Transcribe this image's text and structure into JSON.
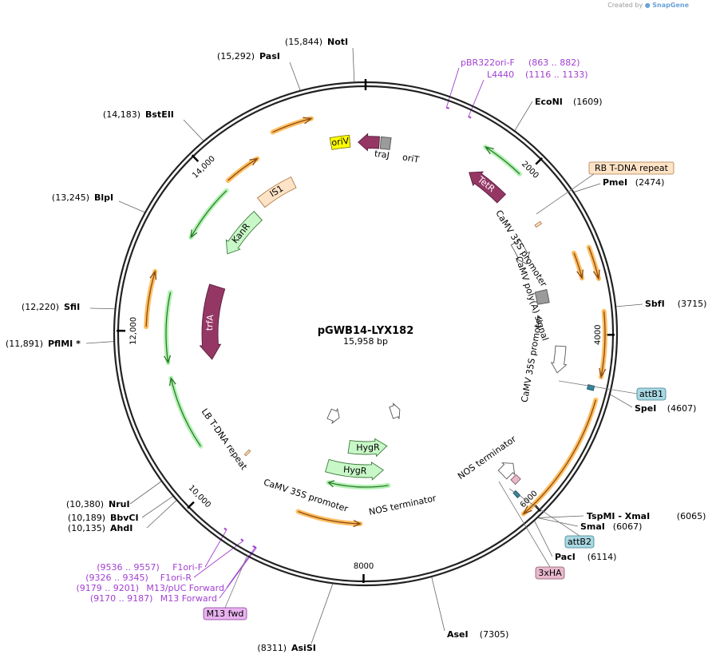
{
  "watermark": {
    "prefix": "Created by",
    "brand": "SnapGene"
  },
  "plasmid": {
    "name": "pGWB14-LYX182",
    "size_label": "15,958 bp",
    "length": 15958
  },
  "ticks": [
    {
      "pos": 2000,
      "label": "2000"
    },
    {
      "pos": 4000,
      "label": "4000"
    },
    {
      "pos": 6000,
      "label": "6000"
    },
    {
      "pos": 8000,
      "label": "8000"
    },
    {
      "pos": 10000,
      "label": "10,000"
    },
    {
      "pos": 12000,
      "label": "12,000"
    },
    {
      "pos": 14000,
      "label": "14,000"
    }
  ],
  "features": [
    {
      "id": "oriV",
      "label": "oriV",
      "type": "origin",
      "fill": "#ffff00",
      "stroke": "#7a7a00",
      "start": 15500,
      "end": 15750,
      "dir": 0,
      "inlabel": true
    },
    {
      "id": "traJ",
      "label": "traJ",
      "type": "cds",
      "fill": "#953765",
      "stroke": "#5a1f3c",
      "start": 15860,
      "end": 180,
      "dir": -1,
      "inlabel": false
    },
    {
      "id": "oriT",
      "label": "oriT",
      "type": "misc",
      "fill": "#9b9b9b",
      "stroke": "#555555",
      "start": 200,
      "end": 330,
      "dir": 0,
      "inlabel": false
    },
    {
      "id": "TetR",
      "label": "TetR",
      "type": "cds",
      "fill": "#953765",
      "stroke": "#5a1f3c",
      "start": 1450,
      "end": 2000,
      "dir": -1,
      "inlabel": true
    },
    {
      "id": "IS1",
      "label": "IS1",
      "type": "misc",
      "fill": "#ffe3c6",
      "stroke": "#b07a45",
      "start": 14250,
      "end": 14830,
      "dir": 0,
      "inlabel": true
    },
    {
      "id": "KanR",
      "label": "KanR",
      "type": "cds",
      "fill": "#c8f7c8",
      "stroke": "#3a7a3a",
      "start": 13300,
      "end": 14080,
      "dir": -1,
      "inlabel": true
    },
    {
      "id": "trfA",
      "label": "trfA",
      "type": "cds",
      "fill": "#953765",
      "stroke": "#5a1f3c",
      "start": 11550,
      "end": 12750,
      "dir": -1,
      "inlabel": true
    },
    {
      "id": "RB",
      "label": "RB T-DNA repeat",
      "type": "repeat",
      "fill": "#ffe3c6",
      "stroke": "#b07a45",
      "start": 2540,
      "end": 2570,
      "dir": 0,
      "inlabel": false
    },
    {
      "id": "CaMV35S_1",
      "label": "CaMV 35S promoter",
      "type": "promoter",
      "fill": "#ffffff",
      "stroke": "#555555",
      "start": 2600,
      "end": 2950,
      "dir": 1,
      "inlabel": false
    },
    {
      "id": "polyA",
      "label": "CaMV poly(A) signal",
      "type": "terminator",
      "fill": "#9b9b9b",
      "stroke": "#555555",
      "start": 3380,
      "end": 3560,
      "dir": 0,
      "inlabel": false
    },
    {
      "id": "CaMV35S_2",
      "label": "CaMV 35S promoter",
      "type": "promoter",
      "fill": "#ffffff",
      "stroke": "#555555",
      "start": 4150,
      "end": 4500,
      "dir": 1,
      "inlabel": false
    },
    {
      "id": "attB1",
      "label": "attB1",
      "type": "site",
      "fill": "#2b8aa0",
      "stroke": "#1a5566",
      "start": 4560,
      "end": 4610,
      "dir": 0,
      "inlabel": false
    },
    {
      "id": "NOS_1",
      "label": "NOS terminator",
      "type": "terminator",
      "fill": "#ffffff",
      "stroke": "#555555",
      "start": 5820,
      "end": 6020,
      "dir": -1,
      "inlabel": false
    },
    {
      "id": "tag3xHA",
      "label": "3xHA",
      "type": "tag",
      "fill": "#e8b8cc",
      "stroke": "#8a5a6a",
      "start": 5900,
      "end": 5990,
      "dir": 0,
      "inlabel": false
    },
    {
      "id": "attB2",
      "label": "attB2",
      "type": "site",
      "fill": "#2b8aa0",
      "stroke": "#1a5566",
      "start": 6040,
      "end": 6080,
      "dir": 0,
      "inlabel": false
    },
    {
      "id": "NOS_2",
      "label": "NOS terminator",
      "type": "terminator",
      "fill": "#ffffff",
      "stroke": "#555555",
      "start": 6900,
      "end": 7180,
      "dir": -1,
      "inlabel": false
    },
    {
      "id": "HygR_1",
      "label": "HygR",
      "type": "cds",
      "fill": "#c8f7c8",
      "stroke": "#3a7a3a",
      "start": 7500,
      "end": 8350,
      "dir": -1,
      "inlabel": true
    },
    {
      "id": "HygR_2",
      "label": "HygR",
      "type": "cds",
      "fill": "#c8f7c8",
      "stroke": "#3a7a3a",
      "start": 7650,
      "end": 8700,
      "dir": -1,
      "inlabel": true
    },
    {
      "id": "CaMV35S_3",
      "label": "CaMV 35S promoter",
      "type": "promoter",
      "fill": "#ffffff",
      "stroke": "#555555",
      "start": 8750,
      "end": 9060,
      "dir": -1,
      "inlabel": false
    },
    {
      "id": "LB",
      "label": "LB T-DNA repeat",
      "type": "repeat",
      "fill": "#ffe3c6",
      "stroke": "#b07a45",
      "start": 9950,
      "end": 9980,
      "dir": 0,
      "inlabel": false
    }
  ],
  "orf_arcs": [
    {
      "start": 14860,
      "end": 15330,
      "r": 278,
      "dir": 1,
      "color": "#ffb347",
      "line": "#8a4a10"
    },
    {
      "start": 14100,
      "end": 14550,
      "r": 258,
      "dir": 1,
      "color": "#ffb347",
      "line": "#8a4a10"
    },
    {
      "start": 1450,
      "end": 1950,
      "r": 278,
      "dir": -1,
      "color": "#a8f0a8",
      "line": "#2a7a2a"
    },
    {
      "start": 3050,
      "end": 3350,
      "r": 280,
      "dir": 1,
      "color": "#ffb347",
      "line": "#8a4a10"
    },
    {
      "start": 3050,
      "end": 3400,
      "r": 300,
      "dir": 1,
      "color": "#ffb347",
      "line": "#8a4a10"
    },
    {
      "start": 3750,
      "end": 4450,
      "r": 300,
      "dir": 1,
      "color": "#ffb347",
      "line": "#8a4a10"
    },
    {
      "start": 4700,
      "end": 6150,
      "r": 300,
      "dir": 1,
      "color": "#ffb347",
      "line": "#8a4a10"
    },
    {
      "start": 13250,
      "end": 14000,
      "r": 250,
      "dir": -1,
      "color": "#a8f0a8",
      "line": "#2a7a2a"
    },
    {
      "start": 11600,
      "end": 12500,
      "r": 250,
      "dir": -1,
      "color": "#a8f0a8",
      "line": "#2a7a2a"
    },
    {
      "start": 12050,
      "end": 12700,
      "r": 275,
      "dir": 1,
      "color": "#ffb347",
      "line": "#8a4a10"
    },
    {
      "start": 10450,
      "end": 11400,
      "r": 250,
      "dir": 1,
      "color": "#a8f0a8",
      "line": "#2a7a2a"
    },
    {
      "start": 7600,
      "end": 8600,
      "r": 192,
      "dir": 1,
      "color": "#a8f0a8",
      "line": "#2a7a2a"
    },
    {
      "start": 8050,
      "end": 8900,
      "r": 238,
      "dir": -1,
      "color": "#ffb347",
      "line": "#8a4a10"
    }
  ],
  "sites": [
    {
      "name": "NotI",
      "pos_label": "(15,844)",
      "pos": 15844,
      "name_first": false
    },
    {
      "name": "PasI",
      "pos_label": "(15,292)",
      "pos": 15292,
      "name_first": false
    },
    {
      "name": "BstEII",
      "pos_label": "(14,183)",
      "pos": 14183,
      "name_first": false
    },
    {
      "name": "BlpI",
      "pos_label": "(13,245)",
      "pos": 13245,
      "name_first": false
    },
    {
      "name": "SfiI",
      "pos_label": "(12,220)",
      "pos": 12220,
      "name_first": false
    },
    {
      "name": "PflMI *",
      "pos_label": "(11,891)",
      "pos": 11891,
      "name_first": false
    },
    {
      "name": "NruI",
      "pos_label": "(10,380)",
      "pos": 10380,
      "name_first": false
    },
    {
      "name": "BbvCI",
      "pos_label": "(10,189)",
      "pos": 10189,
      "name_first": false
    },
    {
      "name": "AhdI",
      "pos_label": "(10,135)",
      "pos": 10135,
      "name_first": false
    },
    {
      "name": "AsiSI",
      "pos_label": "(8311)",
      "pos": 8311,
      "name_first": false
    },
    {
      "name": "AseI",
      "pos_label": "(7305)",
      "pos": 7305,
      "name_first": true
    },
    {
      "name": "PacI",
      "pos_label": "(6114)",
      "pos": 6114,
      "name_first": true
    },
    {
      "name": "SmaI",
      "pos_label": "(6067)",
      "pos": 6067,
      "name_first": true
    },
    {
      "name": "TspMI  -  XmaI",
      "pos_label": "(6065)",
      "pos": 6065,
      "name_first": true
    },
    {
      "name": "SpeI",
      "pos_label": "(4607)",
      "pos": 4607,
      "name_first": true
    },
    {
      "name": "SbfI",
      "pos_label": "(3715)",
      "pos": 3715,
      "name_first": true
    },
    {
      "name": "PmeI",
      "pos_label": "(2474)",
      "pos": 2474,
      "name_first": true
    },
    {
      "name": "EcoNI",
      "pos_label": "(1609)",
      "pos": 1609,
      "name_first": true
    }
  ],
  "primers": [
    {
      "name": "pBR322ori-F",
      "range": "(863 .. 882)",
      "pos": 872,
      "dir": 1
    },
    {
      "name": "L4440",
      "range": "(1116 .. 1133)",
      "pos": 1124,
      "dir": 1
    },
    {
      "name": "F1ori-F",
      "range": "(9536 .. 9557)",
      "pos": 9546,
      "dir": -1
    },
    {
      "name": "F1ori-R",
      "range": "(9326 .. 9345)",
      "pos": 9335,
      "dir": -1
    },
    {
      "name": "M13/pUC Forward",
      "range": "(9179 .. 9201)",
      "pos": 9190,
      "dir": -1
    },
    {
      "name": "M13 Forward",
      "range": "(9170 .. 9187)",
      "pos": 9178,
      "dir": -1
    }
  ],
  "boxed_labels": {
    "rb": "RB T-DNA repeat",
    "attb1": "attB1",
    "attb2": "attB2",
    "ha": "3xHA",
    "m13fwd": "M13 fwd"
  },
  "colors": {
    "backbone": "#222222",
    "primer": "#a23fd1",
    "boxed_repeat": "#ffe3c6",
    "boxed_att": "#a9d8e2",
    "boxed_ha": "#e8b8cc",
    "boxed_m13": "#e8b3ee"
  }
}
